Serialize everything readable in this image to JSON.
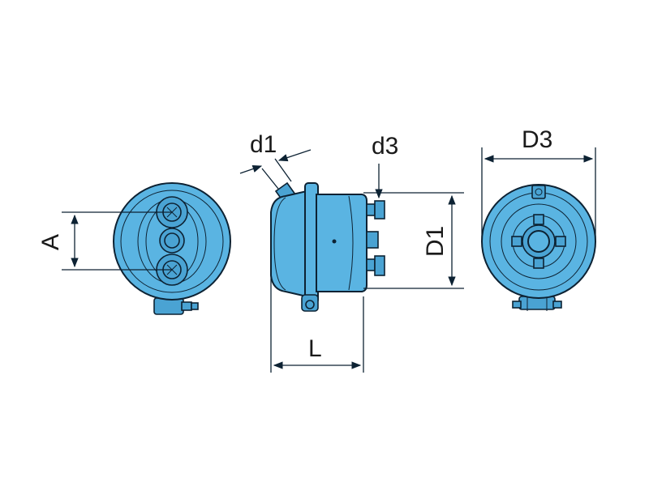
{
  "dimensions": {
    "A": "A",
    "d1": "d1",
    "d3": "d3",
    "D1": "D1",
    "L": "L",
    "D3": "D3"
  },
  "colors": {
    "body": "#5ab4e2",
    "outline": "#0d2233",
    "dimension": "#1a1a1a"
  }
}
